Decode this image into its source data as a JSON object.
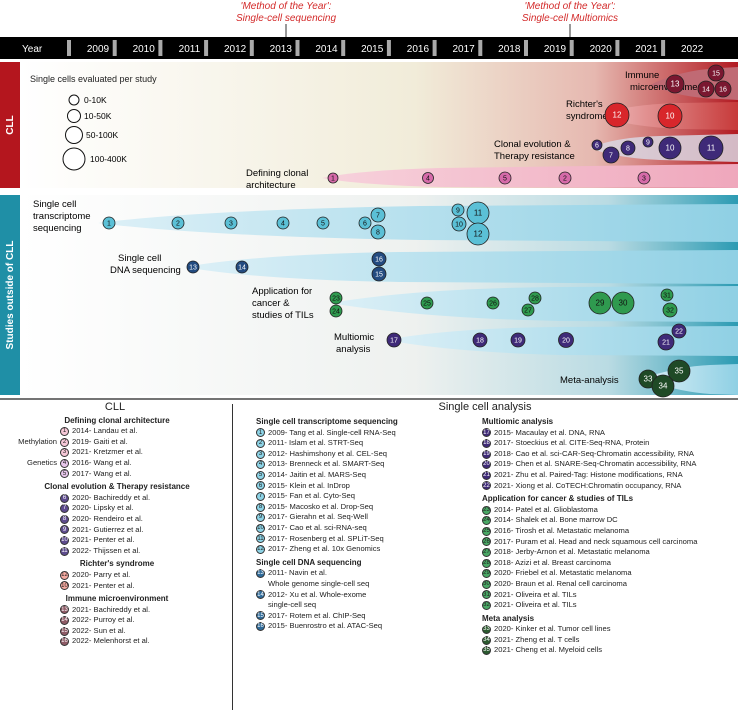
{
  "top_notes": [
    {
      "line1": "'Method of the Year':",
      "line2": "Single-cell sequencing"
    },
    {
      "line1": "'Method of the Year':",
      "line2": "Single-cell Multiomics"
    }
  ],
  "timeline": {
    "label": "Year",
    "years": [
      "2009",
      "2010",
      "2011",
      "2012",
      "2013",
      "2014",
      "2015",
      "2016",
      "2017",
      "2018",
      "2019",
      "2020",
      "2021",
      "2022"
    ]
  },
  "side_labels": {
    "cll": "CLL",
    "outside": "Studies outside of CLL"
  },
  "size_legend": {
    "title": "Single cells evaluated per study",
    "items": [
      "0-10K",
      "10-50K",
      "50-100K",
      "100-400K"
    ]
  },
  "streams": {
    "immune": [
      "Immune",
      "microenvironment"
    ],
    "richter": [
      "Richter's",
      "syndrome"
    ],
    "clonal": [
      "Clonal evolution &",
      "Therapy resistance"
    ],
    "defining": [
      "Defining clonal",
      "architecture"
    ],
    "transcriptome": [
      "Single cell",
      "transcriptome",
      "sequencing"
    ],
    "dna": [
      "Single cell",
      "DNA sequencing"
    ],
    "cancer": [
      "Application for",
      "cancer &",
      "studies of TILs"
    ],
    "multiomic": [
      "Multiomic",
      "analysis"
    ],
    "meta": [
      "Meta-analysis"
    ]
  },
  "legend": {
    "cll_title": "CLL",
    "sc_title": "Single cell analysis",
    "cll_groups": [
      {
        "title": "Defining clonal architecture",
        "items": [
          {
            "n": "1",
            "text": "2014- Landau et al.",
            "sub": ""
          },
          {
            "n": "2",
            "text": "2019- Gaiti et al.",
            "sub": "Methylation"
          },
          {
            "n": "3",
            "text": "2021- Kretzmer et al.",
            "sub": ""
          },
          {
            "n": "4",
            "text": "2016- Wang et al.",
            "sub": "Genetics"
          },
          {
            "n": "5",
            "text": "2017- Wang et al.",
            "sub": ""
          }
        ]
      },
      {
        "title": "Clonal evolution & Therapy resistance",
        "items": [
          {
            "n": "6",
            "text": "2020- Bachireddy et al.",
            "sub": ""
          },
          {
            "n": "7",
            "text": "2020- Lipsky et al.",
            "sub": ""
          },
          {
            "n": "8",
            "text": "2020- Rendeiro et al.",
            "sub": ""
          },
          {
            "n": "9",
            "text": "2021- Gutierrez et al.",
            "sub": ""
          },
          {
            "n": "10",
            "text": "2021- Penter et al.",
            "sub": ""
          },
          {
            "n": "11",
            "text": "2022- Thijssen et al.",
            "sub": ""
          }
        ]
      },
      {
        "title": "Richter's syndrome",
        "items": [
          {
            "n": "12",
            "text": "2020- Parry et al.",
            "sub": ""
          },
          {
            "n": "10",
            "text": "2021- Penter et al.",
            "sub": ""
          }
        ]
      },
      {
        "title": "Immune microenvironment",
        "items": [
          {
            "n": "13",
            "text": "2021- Bachireddy et al.",
            "sub": ""
          },
          {
            "n": "14",
            "text": "2022- Purroy et al.",
            "sub": ""
          },
          {
            "n": "15",
            "text": "2022- Sun et al.",
            "sub": ""
          },
          {
            "n": "16",
            "text": "2022- Melenhorst et al.",
            "sub": ""
          }
        ]
      }
    ],
    "sc_groups_left": [
      {
        "title": "Single cell transcriptome sequencing",
        "items": [
          {
            "n": "1",
            "text": "2009- Tang et al. Single-cell RNA-Seq"
          },
          {
            "n": "2",
            "text": "2011- Islam et al. STRT-Seq"
          },
          {
            "n": "3",
            "text": "2012- Hashimshony et al. CEL-Seq"
          },
          {
            "n": "4",
            "text": "2013- Brenneck et al. SMART-Seq"
          },
          {
            "n": "5",
            "text": "2014- Jaitin et al. MARS-Seq"
          },
          {
            "n": "6",
            "text": "2015- Klein et al. InDrop"
          },
          {
            "n": "7",
            "text": "2015- Fan et al. Cyto-Seq"
          },
          {
            "n": "8",
            "text": "2015- Macosko et al. Drop-Seq"
          },
          {
            "n": "9",
            "text": "2017- Gierahn et al. Seq-Well"
          },
          {
            "n": "10",
            "text": "2017- Cao et al. sci-RNA-seq"
          },
          {
            "n": "11",
            "text": "2017- Rosenberg et al. SPLiT-Seq"
          },
          {
            "n": "12",
            "text": "2017- Zheng et al. 10x Genomics"
          }
        ]
      },
      {
        "title": "Single cell DNA sequencing",
        "items": [
          {
            "n": "13",
            "text": "2011- Navin et al.",
            "text2": "Whole genome single-cell seq"
          },
          {
            "n": "14",
            "text": "2012- Xu et al. Whole-exome",
            "text2": "single-cell seq"
          },
          {
            "n": "15",
            "text": "2017- Rotem et al. ChIP-Seq"
          },
          {
            "n": "16",
            "text": "2015- Buenrostro et al. ATAC-Seq"
          }
        ]
      }
    ],
    "sc_groups_right": [
      {
        "title": "Multiomic analysis",
        "items": [
          {
            "n": "17",
            "text": "2015- Macaulay et al. DNA, RNA"
          },
          {
            "n": "18",
            "text": "2017- Stoeckius et al. CITE-Seq-RNA, Protein"
          },
          {
            "n": "19",
            "text": "2018- Cao et al. sci-CAR-Seq-Chromatin accessibility, RNA"
          },
          {
            "n": "20",
            "text": "2019- Chen et al. SNARE-Seq-Chromatin accessibility, RNA"
          },
          {
            "n": "21",
            "text": "2021- Zhu et al. Paired-Tag: Histone modifications, RNA"
          },
          {
            "n": "22",
            "text": "2021- Xiong et al. CoTECH:Chromatin occupancy, RNA"
          }
        ]
      },
      {
        "title": "Application for cancer & studies of TILs",
        "items": [
          {
            "n": "23",
            "text": "2014- Patel et al. Glioblastoma"
          },
          {
            "n": "24",
            "text": "2014- Shalek et al. Bone marrow DC"
          },
          {
            "n": "25",
            "text": "2016- Tirosh et al. Metastatic melanoma"
          },
          {
            "n": "26",
            "text": "2017- Puram et al. Head and neck squamous cell carcinoma"
          },
          {
            "n": "27",
            "text": "2018- Jerby-Arnon et al. Metastatic melanoma"
          },
          {
            "n": "28",
            "text": "2018- Azizi et al. Breast carcinoma"
          },
          {
            "n": "29",
            "text": "2020- Friebel et al. Metastatic melanoma"
          },
          {
            "n": "30",
            "text": "2020- Braun et al. Renal cell carcinoma"
          },
          {
            "n": "31",
            "text": "2021- Oliveira et al. TILs"
          },
          {
            "n": "32",
            "text": "2021- Oliveira et al. TILs"
          }
        ]
      },
      {
        "title": "Meta analysis",
        "items": [
          {
            "n": "33",
            "text": "2020- Kinker et al. Tumor cell lines"
          },
          {
            "n": "34",
            "text": "2021- Zheng et al. T cells"
          },
          {
            "n": "35",
            "text": "2021- Cheng et al. Myeloid cells"
          }
        ]
      }
    ]
  },
  "colors": {
    "cll_red": "#b4161e",
    "teal": "#1f8fa6",
    "pink": "#d66aa9",
    "purple": "#3f2a78",
    "richter_red": "#d8262b",
    "immune_maroon": "#7a1730",
    "light_blue": "#5bc0d6",
    "navy": "#234b80",
    "green": "#2f9a4f",
    "dark_green": "#1f4a26",
    "header_black": "#000000"
  }
}
